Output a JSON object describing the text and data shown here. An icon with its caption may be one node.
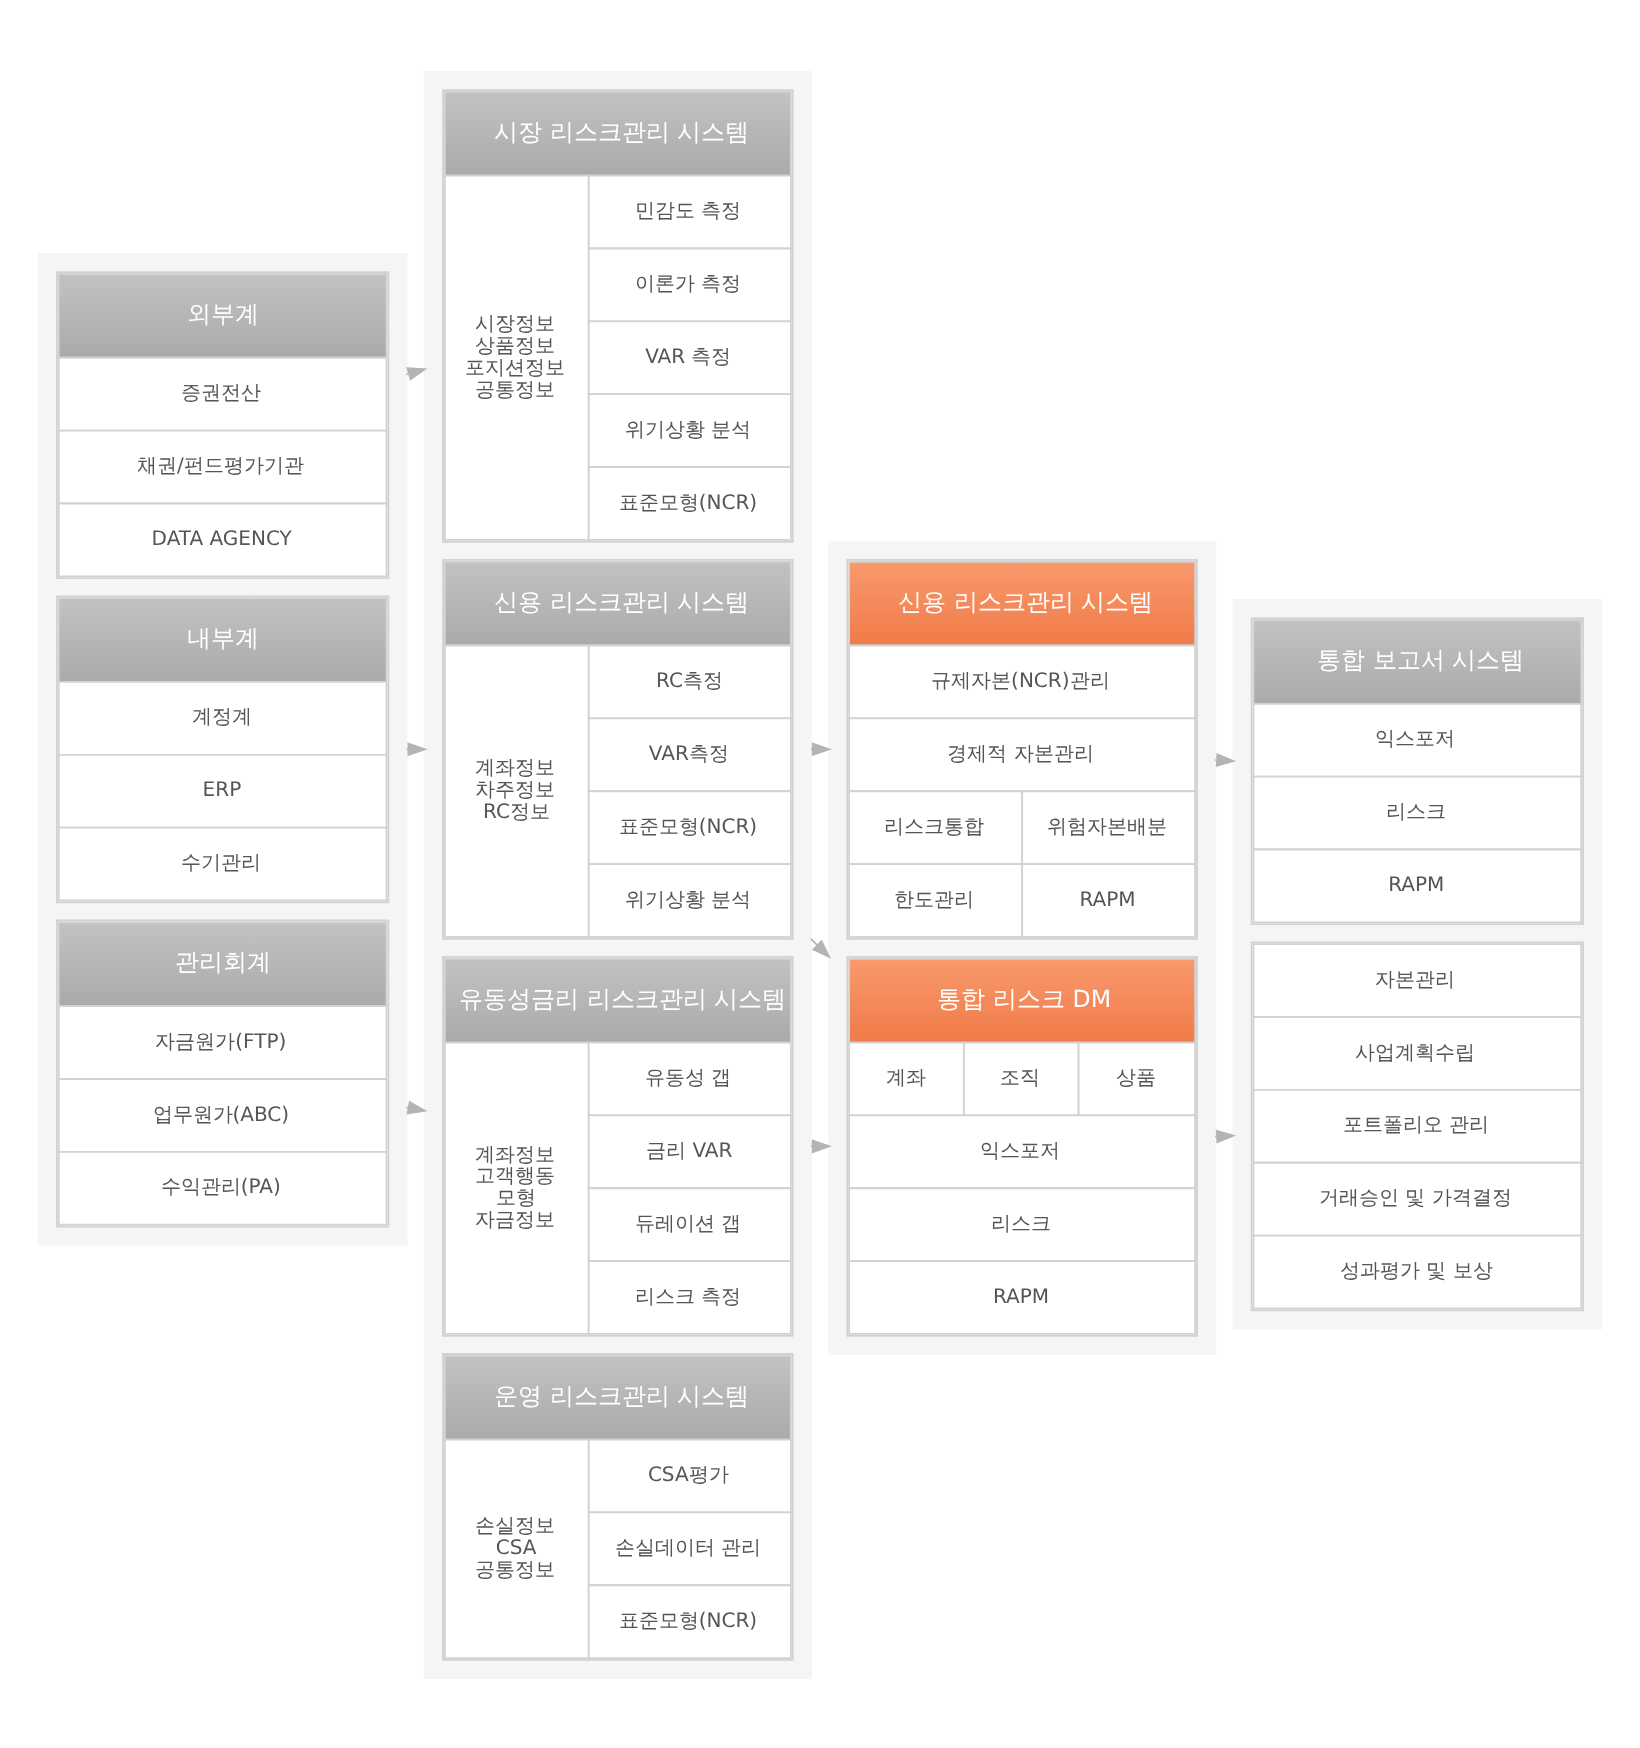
{
  "diagram": {
    "nodes": [
      {
        "text": [],
        "shape": "box"
      },
      {
        "text": [
          "외부계",
          "증권전산",
          "채권/펀드평가기관",
          "DATA AGENCY"
        ],
        "in": 0
      },
      {
        "text": [
          "내부계",
          "계정계",
          "ERP",
          "수기관리"
        ],
        "in": 0
      },
      {
        "text": [
          "관리회계",
          "자금원가(FTP)",
          "업무원가(ABC)",
          "수익관리(PA)"
        ],
        "in": 0
      },
      {
        "text": [],
        "shape": "box"
      },
      {
        "text": [
          "시장 리스크관리 시스템",
          "시장정보 상품정보 포지션정보 공통정보",
          "민감도 측정",
          "이론가 측정",
          "VAR 측정",
          "위기상황 분석",
          "표준모형(NCR)"
        ],
        "in": 4
      },
      {
        "text": [
          "신용 리스크관리 시스템",
          "계좌정보 차주정보 RC정보",
          "RC측정",
          "VAR측정",
          "표준모형(NCR)",
          "위기상황 분석"
        ],
        "in": 4
      },
      {
        "text": [
          "유동성금리 리스크관리 시스템",
          "계좌정보 고객행동 모형 자금정보",
          "유동성 갭",
          "금리 VAR",
          "듀레이션 갭",
          "리스크 측정"
        ],
        "in": 4
      },
      {
        "text": [
          "운영 리스크관리 시스템",
          "손실정보 CSA 공통정보",
          "CSA평가",
          "손실데이터 관리",
          "표준모형(NCR)"
        ],
        "in": 4
      },
      {
        "text": [],
        "shape": "box"
      },
      {
        "text": [
          "신용 리스크관리 시스템",
          "규제자본(NCR)관리",
          "경제적 자본관리",
          "리스크통합",
          "위험자본배분",
          "한도관리",
          "RAPM"
        ],
        "in": 9
      },
      {
        "text": [
          "통합 리스크 DM",
          "계좌",
          "조직",
          "상품",
          "익스포저",
          "리스크",
          "RAPM"
        ],
        "in": 9
      },
      {
        "text": [],
        "shape": "box"
      },
      {
        "text": [
          "통합 보고서 시스템",
          "익스포저",
          "리스크",
          "RAPM"
        ],
        "in": 12
      },
      {
        "text": [
          "자본관리",
          "사업계획수립",
          "포트폴리오 관리",
          "거래승인 및 가격결정",
          "성과평가 및 보상"
        ],
        "in": 12
      }
    ],
    "edges": [
      {
        "from": 0,
        "to": 4,
        "arrow": "to"
      },
      {
        "from": 0,
        "to": 4,
        "arrow": "to"
      },
      {
        "from": 0,
        "to": 4,
        "arrow": "to"
      },
      {
        "from": 4,
        "to": 9,
        "arrow": "to"
      },
      {
        "from": 4,
        "to": 9,
        "arrow": "to"
      },
      {
        "from": 4,
        "to": 9,
        "arrow": "to"
      },
      {
        "from": 9,
        "to": 12,
        "arrow": "to"
      },
      {
        "from": 9,
        "to": 12,
        "arrow": "to"
      }
    ]
  }
}
